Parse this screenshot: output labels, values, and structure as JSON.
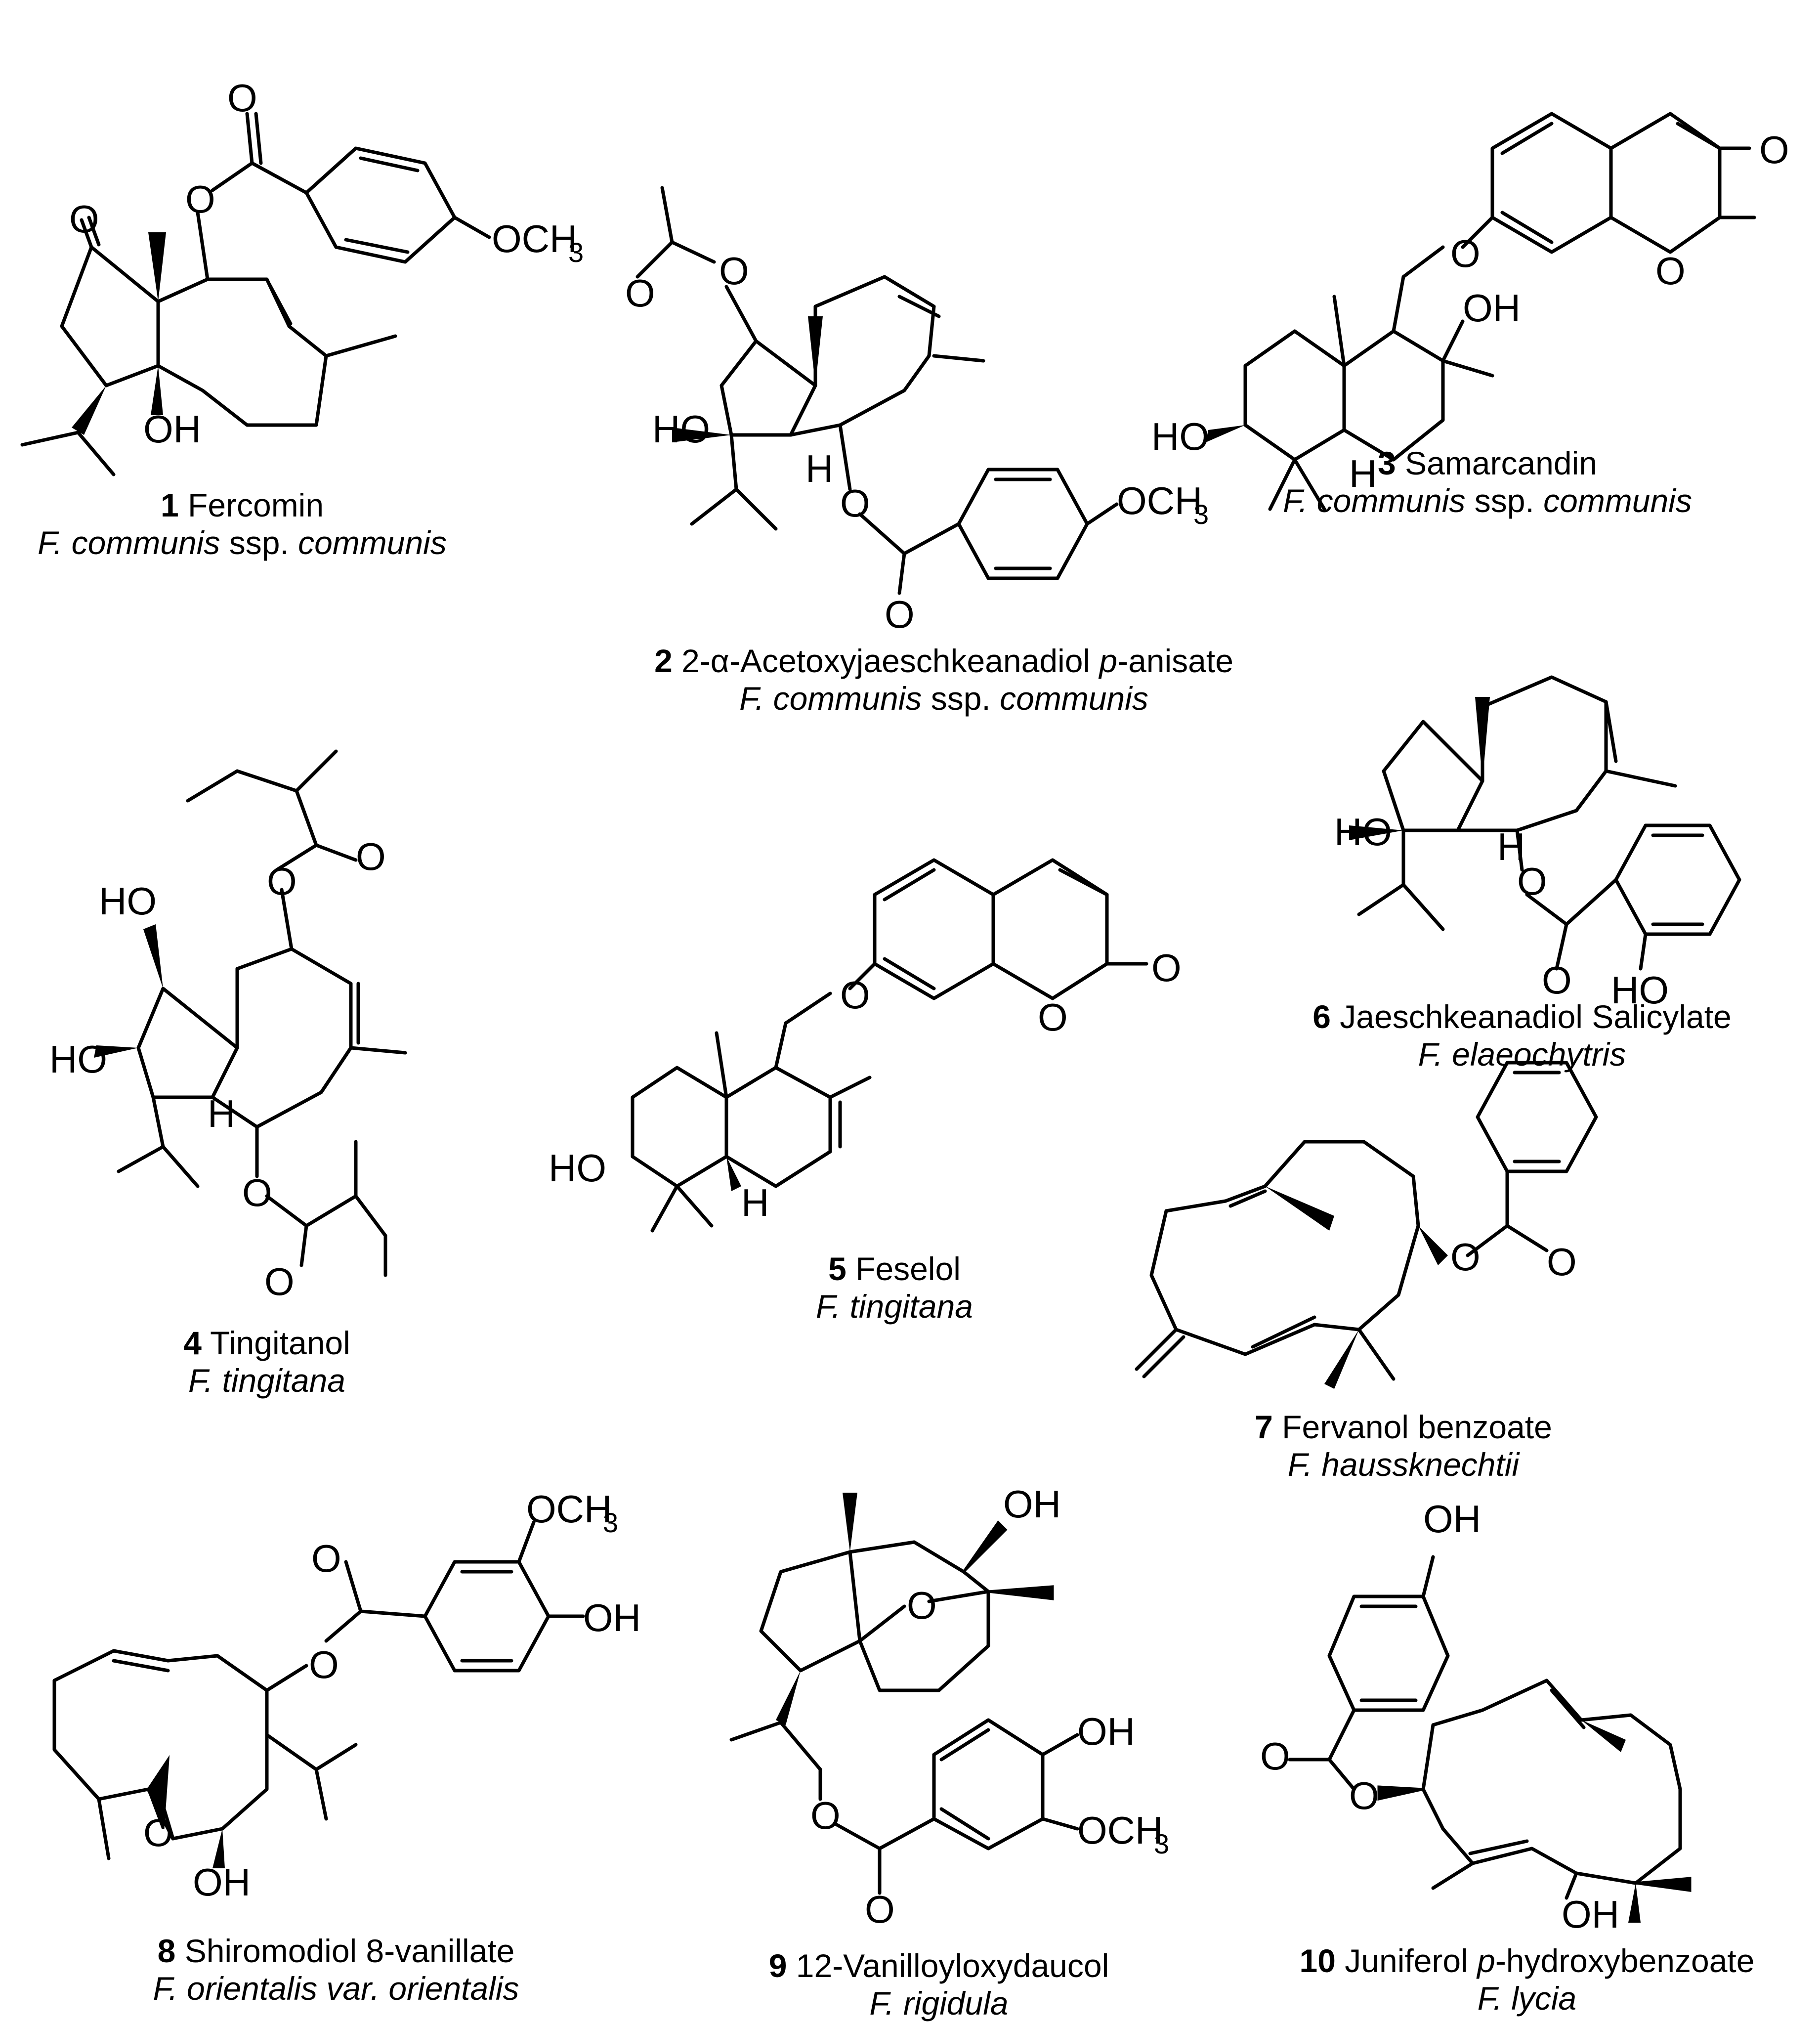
{
  "compounds": [
    {
      "number": "1",
      "name": "Fercomin",
      "source": {
        "genus": "F. communis",
        "rank": "ssp.",
        "epithet": "communis"
      }
    },
    {
      "number": "2",
      "name_pre": "2-α-Acetoxyjaeschkeanadiol ",
      "name_ital": "p",
      "name_post": "-anisate",
      "source": {
        "genus": "F. communis",
        "rank": "ssp.",
        "epithet": "communis"
      }
    },
    {
      "number": "3",
      "name": "Samarcandin",
      "source": {
        "genus": "F. communis",
        "rank": "ssp.",
        "epithet": "communis"
      }
    },
    {
      "number": "4",
      "name": "Tingitanol",
      "source": {
        "text": "F. tingitana"
      }
    },
    {
      "number": "5",
      "name": "Feselol",
      "source": {
        "text": "F. tingitana"
      }
    },
    {
      "number": "6",
      "name": "Jaeschkeanadiol Salicylate",
      "source": {
        "text": "F. elaeochytris"
      }
    },
    {
      "number": "7",
      "name": "Fervanol benzoate",
      "source": {
        "text": "F. haussknechtii"
      }
    },
    {
      "number": "8",
      "name": "Shiromodiol 8-vanillate",
      "source": {
        "text": "F. orientalis var. orientalis"
      }
    },
    {
      "number": "9",
      "name": "12-Vanilloyloxydaucol",
      "source": {
        "text": "F. rigidula"
      }
    },
    {
      "number": "10",
      "name_pre": "Juniferol ",
      "name_ital": "p",
      "name_post": "-hydroxybenzoate",
      "source": {
        "text": "F. lycia"
      }
    }
  ],
  "atom_labels": {
    "O": "O",
    "OH": "OH",
    "HO": "HO",
    "H": "H",
    "OCH": "OCH",
    "sub3": "3"
  }
}
